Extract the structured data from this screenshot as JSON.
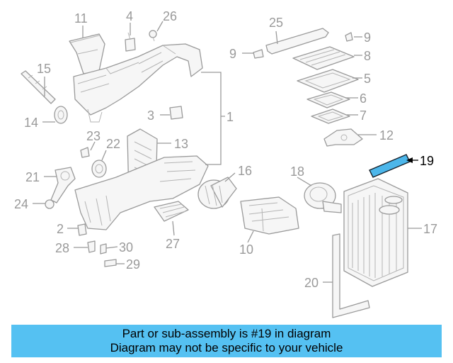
{
  "diagram": {
    "callouts": [
      {
        "id": "c1",
        "text": "1"
      },
      {
        "id": "c2",
        "text": "2"
      },
      {
        "id": "c3",
        "text": "3"
      },
      {
        "id": "c4",
        "text": "4"
      },
      {
        "id": "c5",
        "text": "5"
      },
      {
        "id": "c6",
        "text": "6"
      },
      {
        "id": "c7",
        "text": "7"
      },
      {
        "id": "c8",
        "text": "8"
      },
      {
        "id": "c9a",
        "text": "9"
      },
      {
        "id": "c9b",
        "text": "9"
      },
      {
        "id": "c10",
        "text": "10"
      },
      {
        "id": "c11",
        "text": "11"
      },
      {
        "id": "c12",
        "text": "12"
      },
      {
        "id": "c13",
        "text": "13"
      },
      {
        "id": "c14",
        "text": "14"
      },
      {
        "id": "c15",
        "text": "15"
      },
      {
        "id": "c16",
        "text": "16"
      },
      {
        "id": "c17",
        "text": "17"
      },
      {
        "id": "c18",
        "text": "18"
      },
      {
        "id": "c19",
        "text": "19"
      },
      {
        "id": "c20",
        "text": "20"
      },
      {
        "id": "c21",
        "text": "21"
      },
      {
        "id": "c22",
        "text": "22"
      },
      {
        "id": "c23",
        "text": "23"
      },
      {
        "id": "c24",
        "text": "24"
      },
      {
        "id": "c25",
        "text": "25"
      },
      {
        "id": "c26",
        "text": "26"
      },
      {
        "id": "c27",
        "text": "27"
      },
      {
        "id": "c28",
        "text": "28"
      },
      {
        "id": "c29",
        "text": "29"
      },
      {
        "id": "c30",
        "text": "30"
      }
    ],
    "highlighted_part": "19",
    "highlight_color": "#4cb6ea",
    "line_color": "#9a9a9a"
  },
  "banner": {
    "line1": "Part or sub-assembly is #19 in diagram",
    "line2": "Diagram may not be specific to your vehicle",
    "background": "#55c1f2"
  }
}
